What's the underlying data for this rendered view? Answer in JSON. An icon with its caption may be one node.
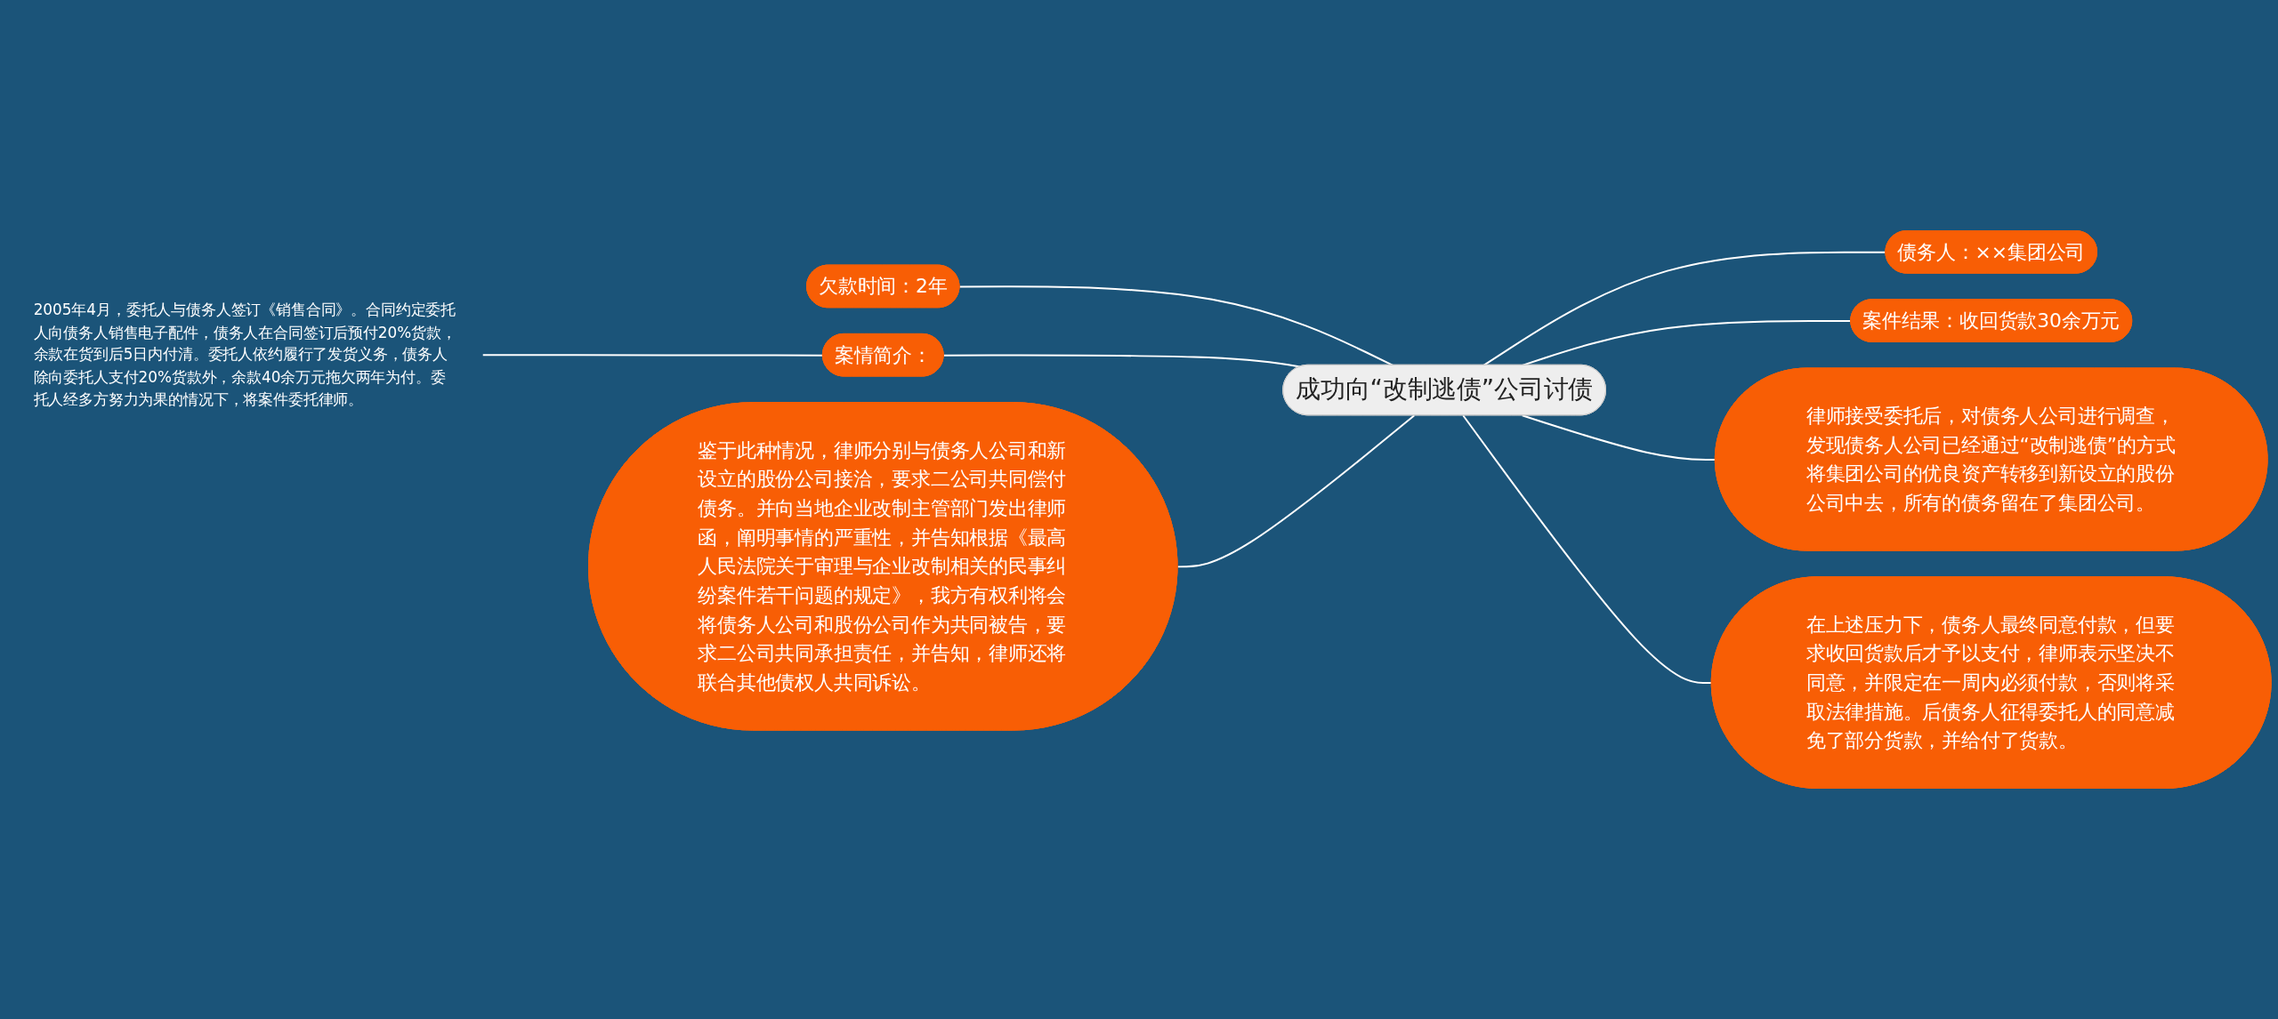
{
  "diagram": {
    "nodes": [
      {
        "text": [
          "成功向“改制逃债”公司讨债"
        ]
      },
      {
        "text": [
          "欠款时间：2年"
        ]
      },
      {
        "text": [
          "案情简介："
        ]
      },
      {
        "text": [
          "2005年4月，委托人与债务人签订《销售合同》。合同约定委托人向债务人销售电子配件，债务人在合同签订后预付20%货款，余款在货到后5日内付清。委托人依约履行了发货义务，债务人除向委托人支付20%货款外，余款40余万元拖欠两年为付。委托人经多方努力为果的情况下，将案件委托律师。"
        ]
      },
      {
        "text": [
          "鉴于此种情况，律师分别与债务人公司和新设立的股份公司接洽，要求二公司共同偿付债务。并向当地企业改制主管部门发出律师函，阐明事情的严重性，并告知根据《最高人民法院关于审理与企业改制相关的民事纠纷案件若干问题的规定》，我方有权利将会将债务人公司和股份公司作为共同被告，要求二公司共同承担责任，并告知，律师还将联合其他债权人共同诉讼。"
        ]
      },
      {
        "text": [
          "债务人：××集团公司"
        ]
      },
      {
        "text": [
          "案件结果：收回货款30余万元"
        ]
      },
      {
        "text": [
          "律师接受委托后，对债务人公司进行调查，发现债务人公司已经通过“改制逃债”的方式将集团公司的优良资产转移到新设立的股份公司中去，所有的债务留在了集团公司。"
        ]
      },
      {
        "text": [
          "在上述压力下，债务人最终同意付款，但要求收回货款后才予以支付，律师表示坚决不同意，并限定在一周内必须付款，否则将采取法律措施。后债务人征得委托人的同意减免了部分货款，并给付了货款。"
        ]
      }
    ],
    "edges": [
      {
        "from": 1,
        "to": 0,
        "arrow": "none"
      },
      {
        "from": 2,
        "to": 0,
        "arrow": "none"
      },
      {
        "from": 3,
        "to": 2,
        "arrow": "none"
      },
      {
        "from": 4,
        "to": 0,
        "arrow": "none"
      },
      {
        "from": 0,
        "to": 5,
        "arrow": "none"
      },
      {
        "from": 0,
        "to": 6,
        "arrow": "none"
      },
      {
        "from": 0,
        "to": 7,
        "arrow": "none"
      },
      {
        "from": 0,
        "to": 8,
        "arrow": "none"
      }
    ]
  }
}
